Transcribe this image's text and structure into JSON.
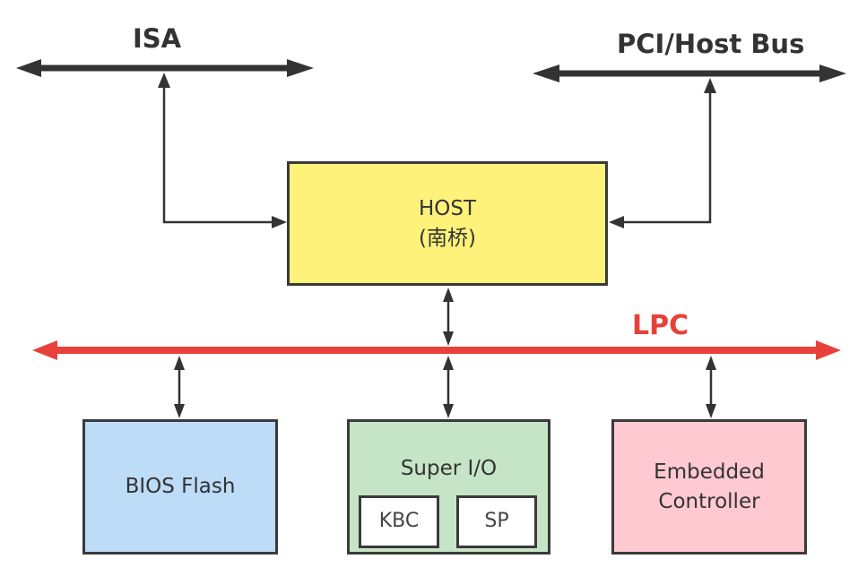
{
  "diagram": {
    "buses": {
      "isa": {
        "label": "ISA",
        "color": "#333333"
      },
      "pci": {
        "label": "PCI/Host Bus",
        "color": "#333333"
      },
      "lpc": {
        "label": "LPC",
        "color": "#e8413a"
      }
    },
    "nodes": {
      "host": {
        "title": "HOST",
        "subtitle": "(南桥)",
        "fill": "#fff27a"
      },
      "bios": {
        "title": "BIOS Flash",
        "fill": "#bcdcf7"
      },
      "superio": {
        "title": "Super I/O",
        "fill": "#c6e4c6",
        "children": [
          {
            "label": "KBC"
          },
          {
            "label": "SP"
          }
        ]
      },
      "ec": {
        "title_line1": "Embedded",
        "title_line2": "Controller",
        "fill": "#ffc9d1"
      }
    },
    "connections": [
      {
        "from": "host",
        "to": "isa",
        "type": "bidirectional"
      },
      {
        "from": "host",
        "to": "pci",
        "type": "bidirectional"
      },
      {
        "from": "host",
        "to": "lpc",
        "type": "bidirectional"
      },
      {
        "from": "lpc",
        "to": "bios",
        "type": "bidirectional"
      },
      {
        "from": "lpc",
        "to": "superio",
        "type": "bidirectional"
      },
      {
        "from": "lpc",
        "to": "ec",
        "type": "bidirectional"
      }
    ]
  }
}
